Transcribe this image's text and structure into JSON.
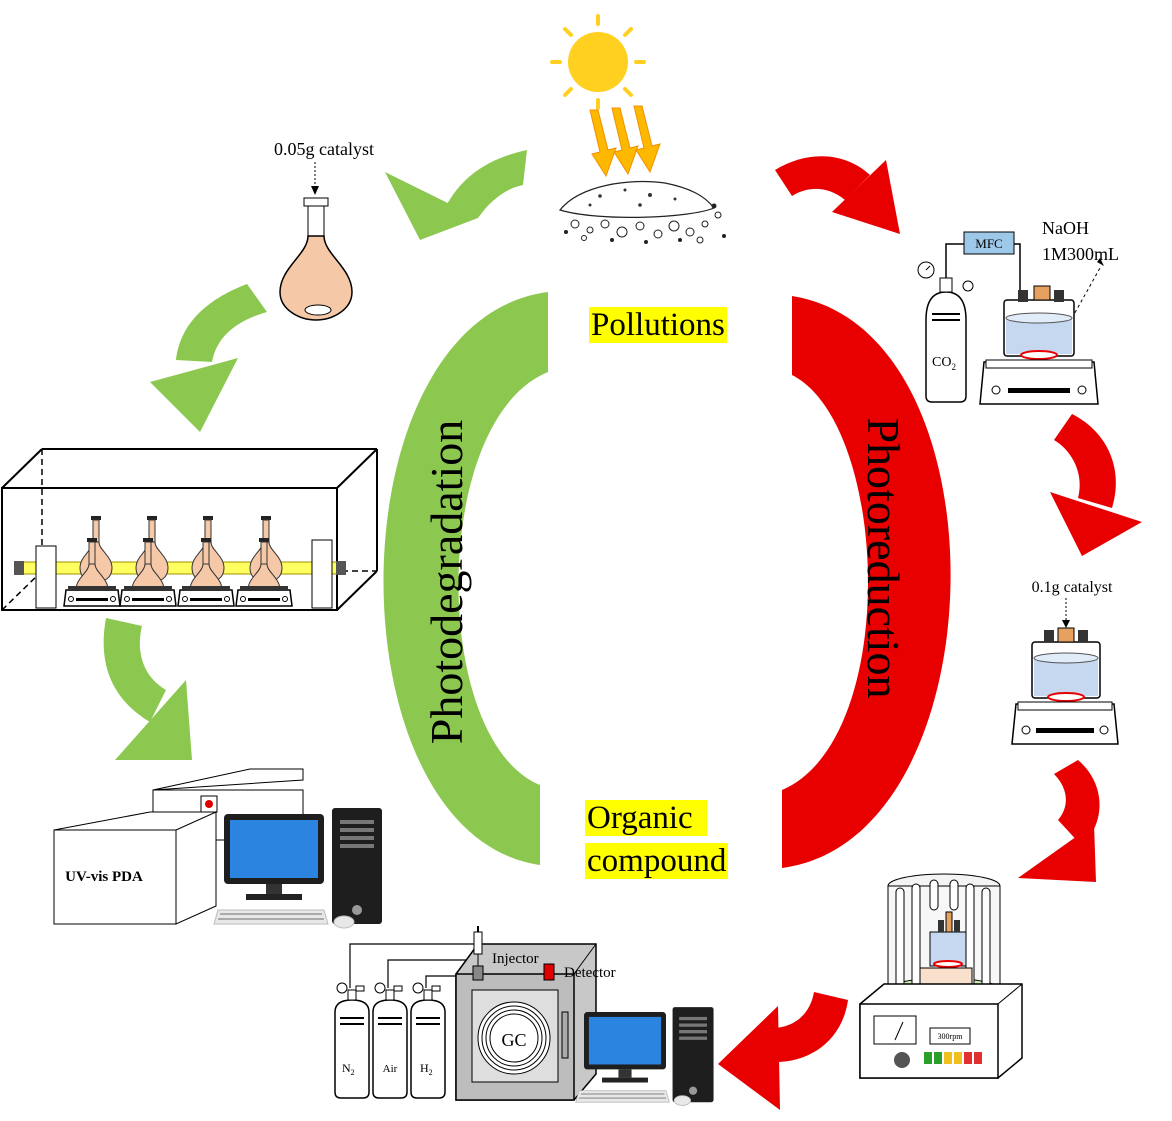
{
  "labels": {
    "catalyst_left": "0.05g catalyst",
    "catalyst_right": "0.1g catalyst",
    "naoh_line1": "NaOH",
    "naoh_line2": "1M300mL",
    "mfc": "MFC",
    "co2_main": "CO",
    "co2_sub": "2",
    "uv_vis": "UV-vis PDA",
    "injector": "Injector",
    "detector": "Detector",
    "gc": "GC",
    "n2_main": "N",
    "n2_sub": "2",
    "air": "Air",
    "h2_main": "H",
    "h2_sub": "2",
    "reactor_display": "300rpm"
  },
  "center": {
    "pollutions": "Pollutions",
    "organic_line1": "Organic",
    "organic_line2": "compound",
    "photodegradation": "Photodegradation",
    "photoreduction": "Photoreduction"
  },
  "colors": {
    "green": "#8cc850",
    "red": "#e80000",
    "highlight": "#ffff00",
    "flask": "#f5c8a8",
    "sun": "#ffd020",
    "monitor": "#2a84e0",
    "beam": "#ffff60"
  }
}
